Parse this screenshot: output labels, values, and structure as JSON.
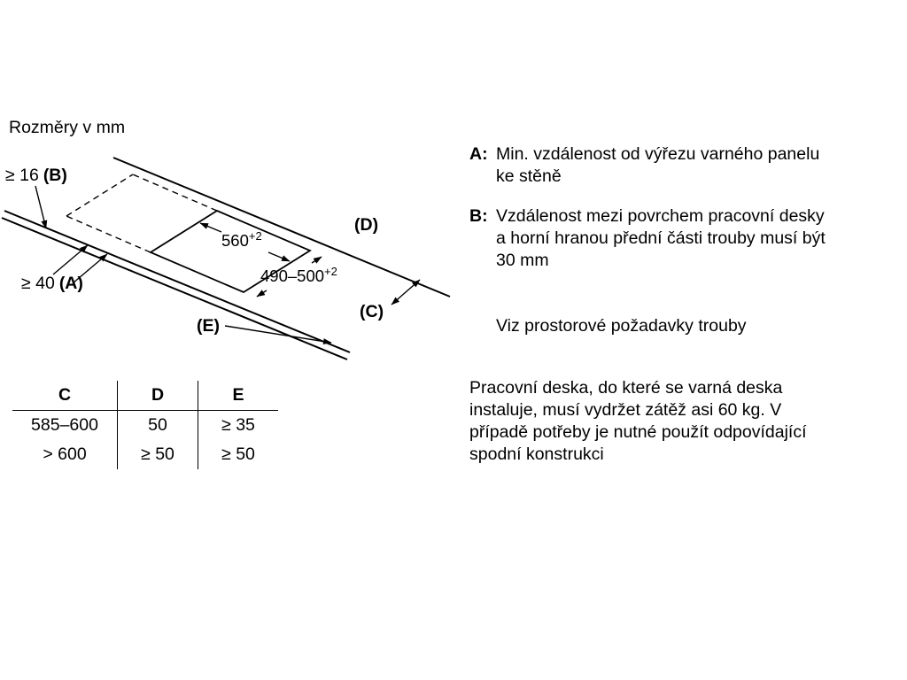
{
  "page": {
    "title": "Rozměry v mm"
  },
  "diagram": {
    "thickness_prefix": "≥ 16",
    "thickness_ref": "(B)",
    "side_prefix": "≥ 40",
    "side_ref": "(A)",
    "back_ref": "(D)",
    "depth_ref": "(C)",
    "front_ref": "(E)",
    "cutout_width": "560",
    "cutout_width_tol": "+2",
    "cutout_depth": "490–500",
    "cutout_depth_tol": "+2"
  },
  "table": {
    "headers": [
      "C",
      "D",
      "E"
    ],
    "rows": [
      [
        "585–600",
        "50",
        "≥ 35"
      ],
      [
        "> 600",
        "≥ 50",
        "≥ 50"
      ]
    ]
  },
  "notes": {
    "a_label": "A:",
    "a_text": "Min. vzdálenost od výřezu varného panelu ke stěně",
    "b_label": "B:",
    "b_text": "Vzdálenost mezi povrchem pracovní desky a horní hranou přední části trouby musí být 30 mm",
    "see_also": "Viz prostorové požadavky trouby",
    "paragraph": "Pracovní deska, do které se varná deska instaluje, musí vydržet zátěž asi 60 kg. V případě potřeby je nutné použít odpovídající spodní konstrukci"
  }
}
